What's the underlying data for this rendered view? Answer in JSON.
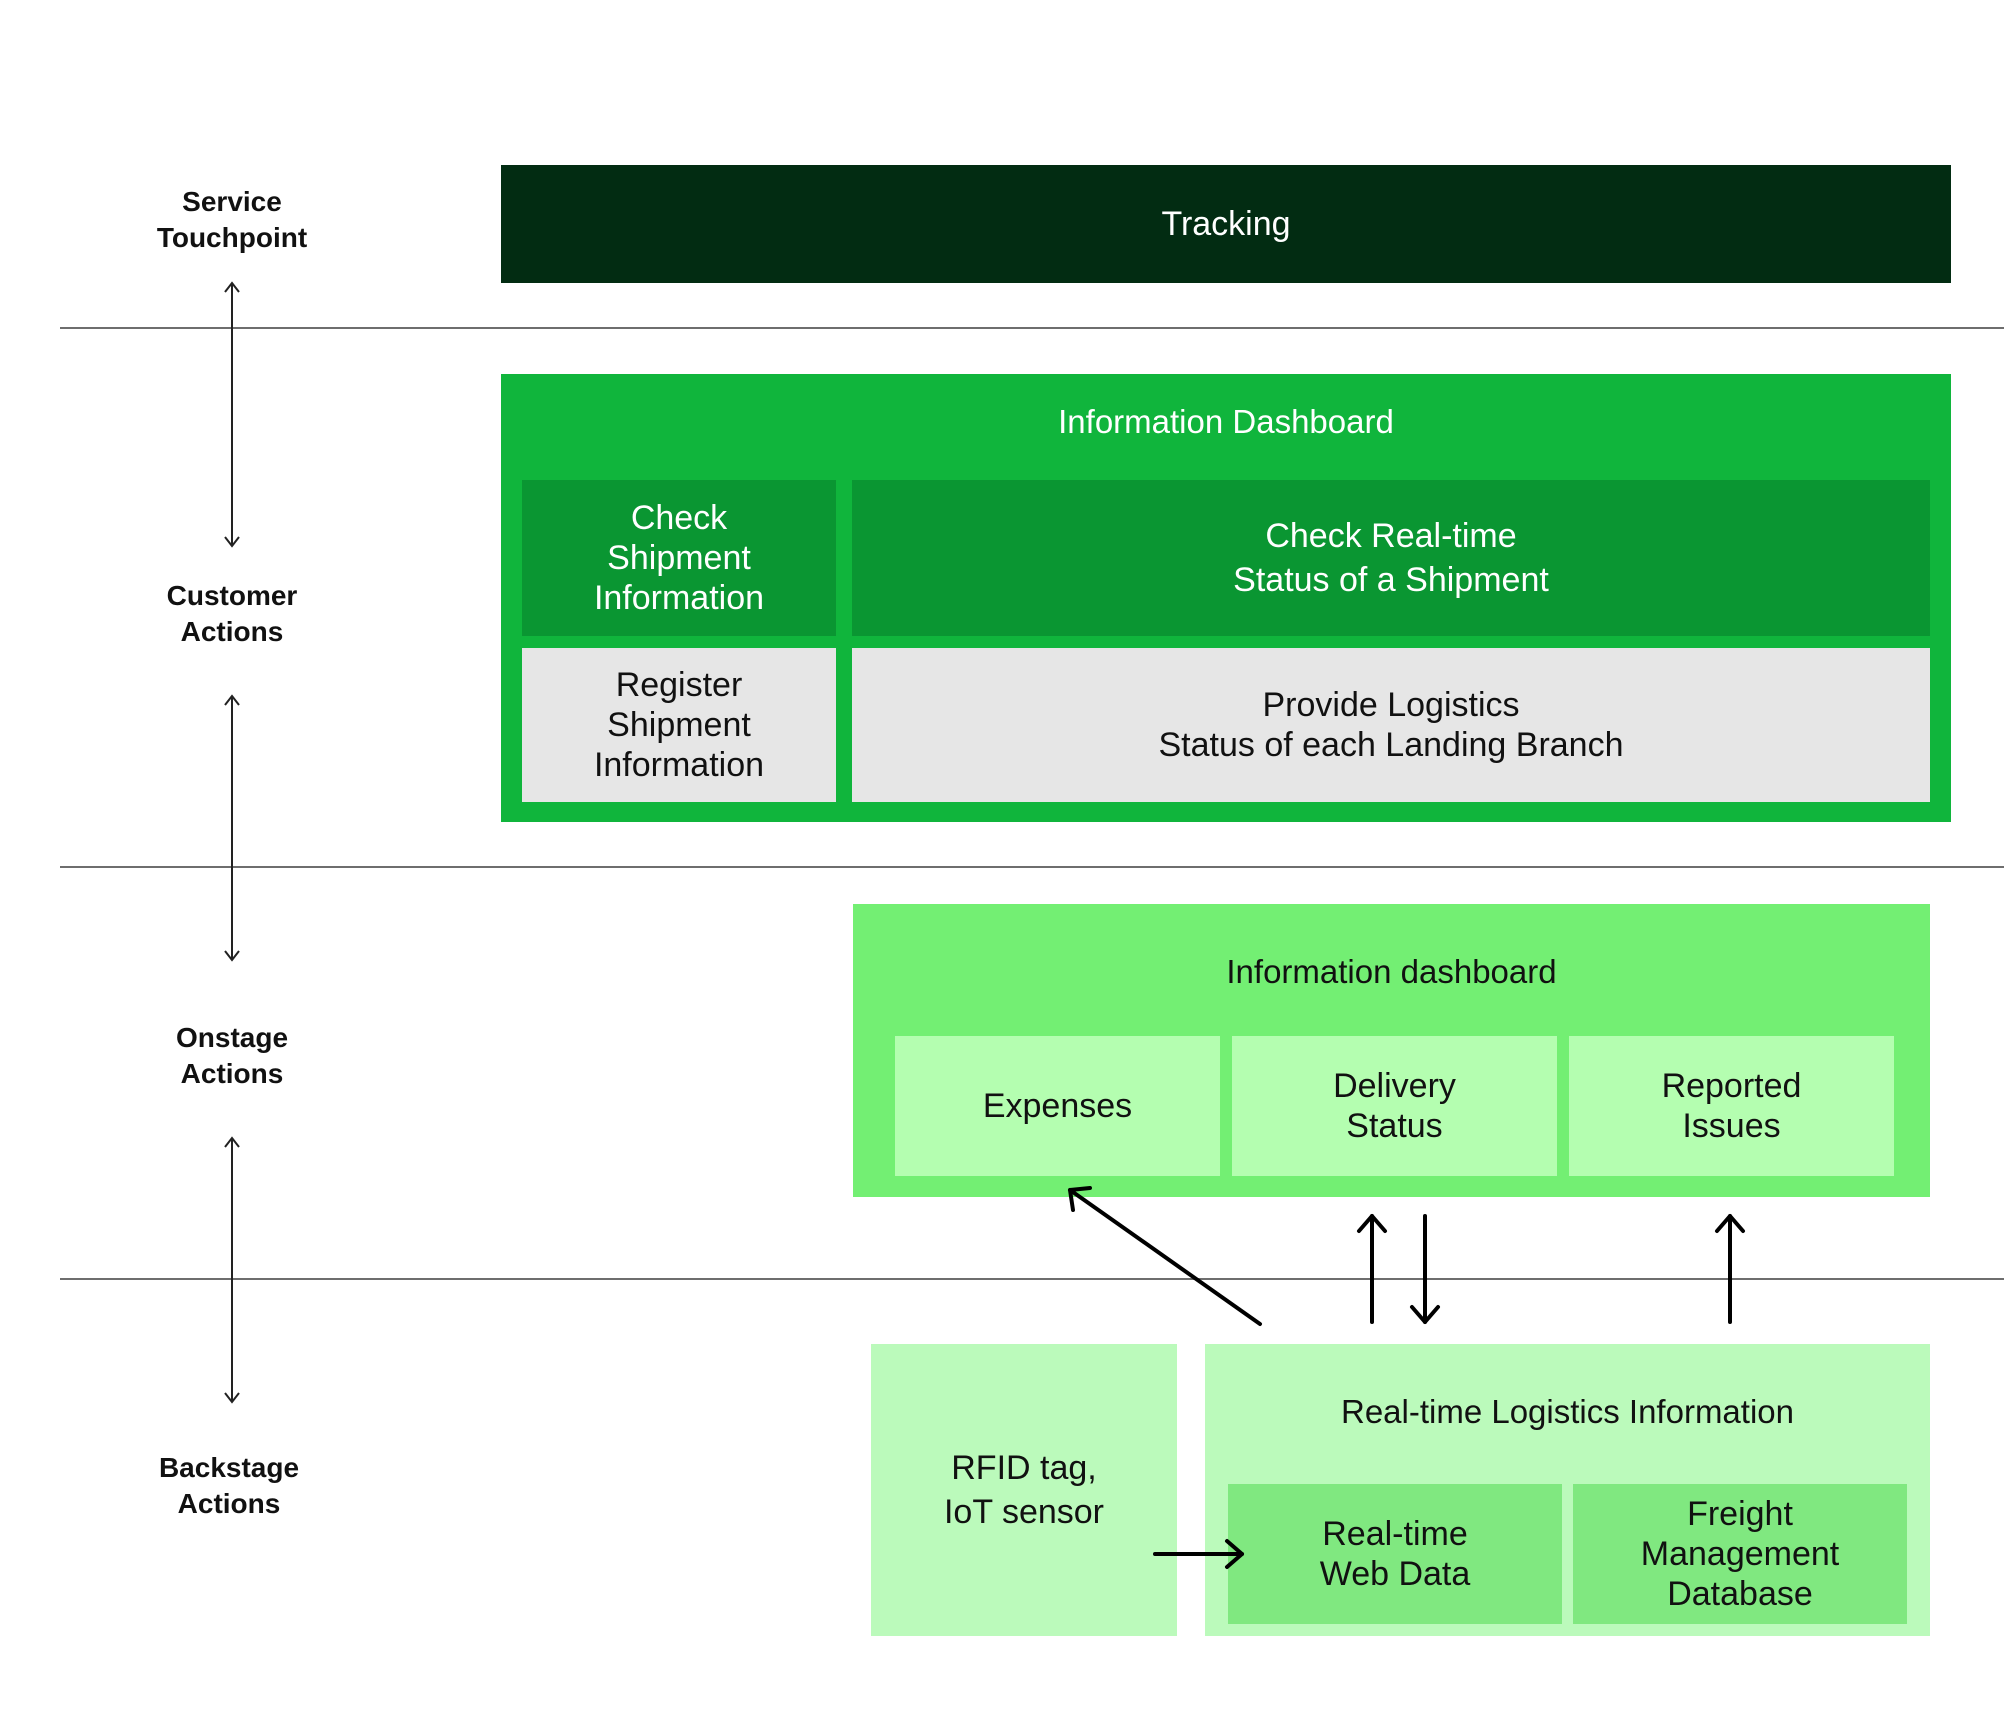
{
  "lanes": {
    "service_touchpoint": "Service\nTouchpoint",
    "customer_actions": "Customer\nActions",
    "onstage_actions": "Onstage\nActions",
    "backstage_actions": "Backstage\nActions"
  },
  "touchpoint": {
    "title": "Tracking"
  },
  "customer_dashboard": {
    "title": "Information Dashboard",
    "check_shipment": "Check\nShipment\nInformation",
    "check_status": "Check Real-time\nStatus of a Shipment",
    "register_shipment": "Register\nShipment\nInformation",
    "provide_status": "Provide Logistics\nStatus of each Landing Branch"
  },
  "onstage_dashboard": {
    "title": "Information dashboard",
    "expenses": "Expenses",
    "delivery_status": "Delivery\nStatus",
    "reported_issues": "Reported\nIssues"
  },
  "backstage": {
    "rfid": "RFID tag,\nIoT sensor",
    "realtime_title": "Real-time Logistics Information",
    "web_data": "Real-time\nWeb Data",
    "freight_db": "Freight\nManagement\nDatabase"
  },
  "colors": {
    "tracking_bg": "#022c12",
    "customer_outer": "#10b53c",
    "customer_inner": "#0a9632",
    "customer_light": "#e6e6e6",
    "onstage_outer": "#73ef73",
    "onstage_inner": "#b4feb0",
    "backstage_light": "#bbfabb",
    "backstage_inner": "#80e880"
  }
}
